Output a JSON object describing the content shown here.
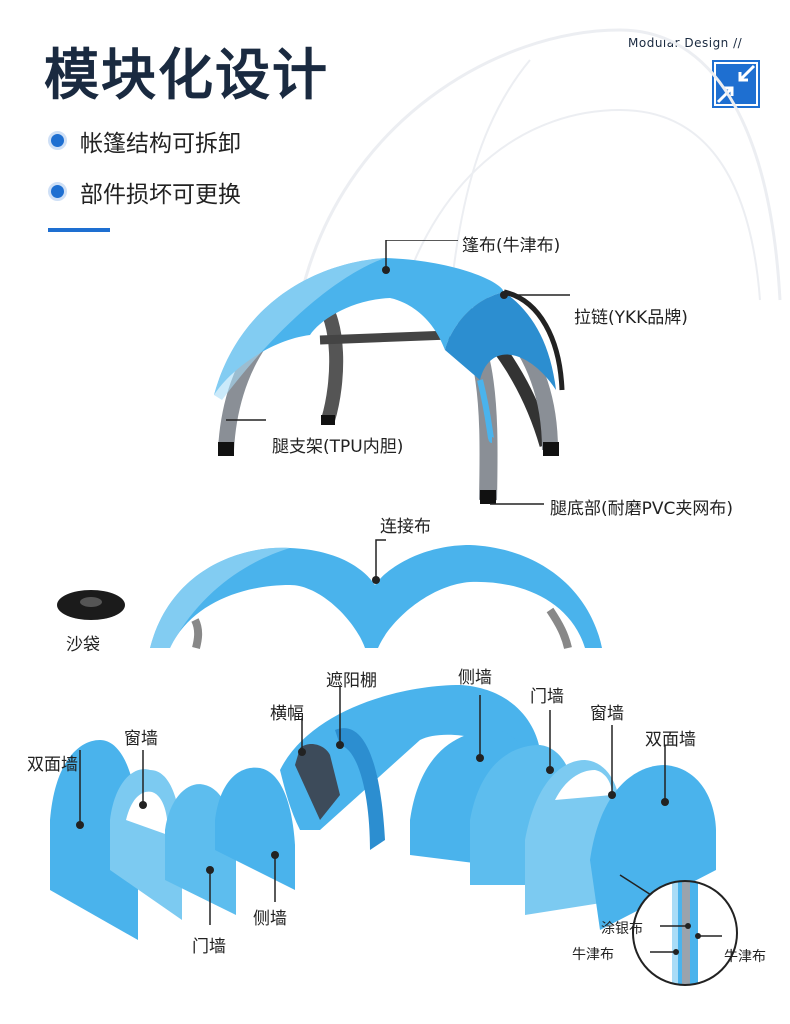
{
  "header": {
    "title": "模块化设计",
    "brand": "Modular Design //",
    "logo_icon": "compress-arrows-icon"
  },
  "features": [
    "帐篷结构可拆卸",
    "部件损坏可更换"
  ],
  "tent_labels": {
    "canopy": "篷布(牛津布)",
    "zipper": "拉链(YKK品牌)",
    "leg": "腿支架(TPU内胆)",
    "foot": "腿底部(耐磨PVC夹网布)"
  },
  "connector_labels": {
    "connector": "连接布",
    "sandbag": "沙袋"
  },
  "walls_labels": {
    "double_left": "双面墙",
    "window_left": "窗墙",
    "banner": "横幅",
    "awning": "遮阳棚",
    "side_top": "侧墙",
    "door_top": "门墙",
    "window_right": "窗墙",
    "double_right": "双面墙",
    "door_bottom": "门墙",
    "side_bottom": "侧墙"
  },
  "fabric_labels": {
    "silver": "涂银布",
    "oxford_left": "牛津布",
    "oxford_right": "牛津布"
  },
  "colors": {
    "accent": "#1e6fd1",
    "tent_blue": "#4ab3ec",
    "tent_light": "#a9dcf7",
    "frame_gray": "#8a8f96",
    "title": "#1a2a40"
  }
}
